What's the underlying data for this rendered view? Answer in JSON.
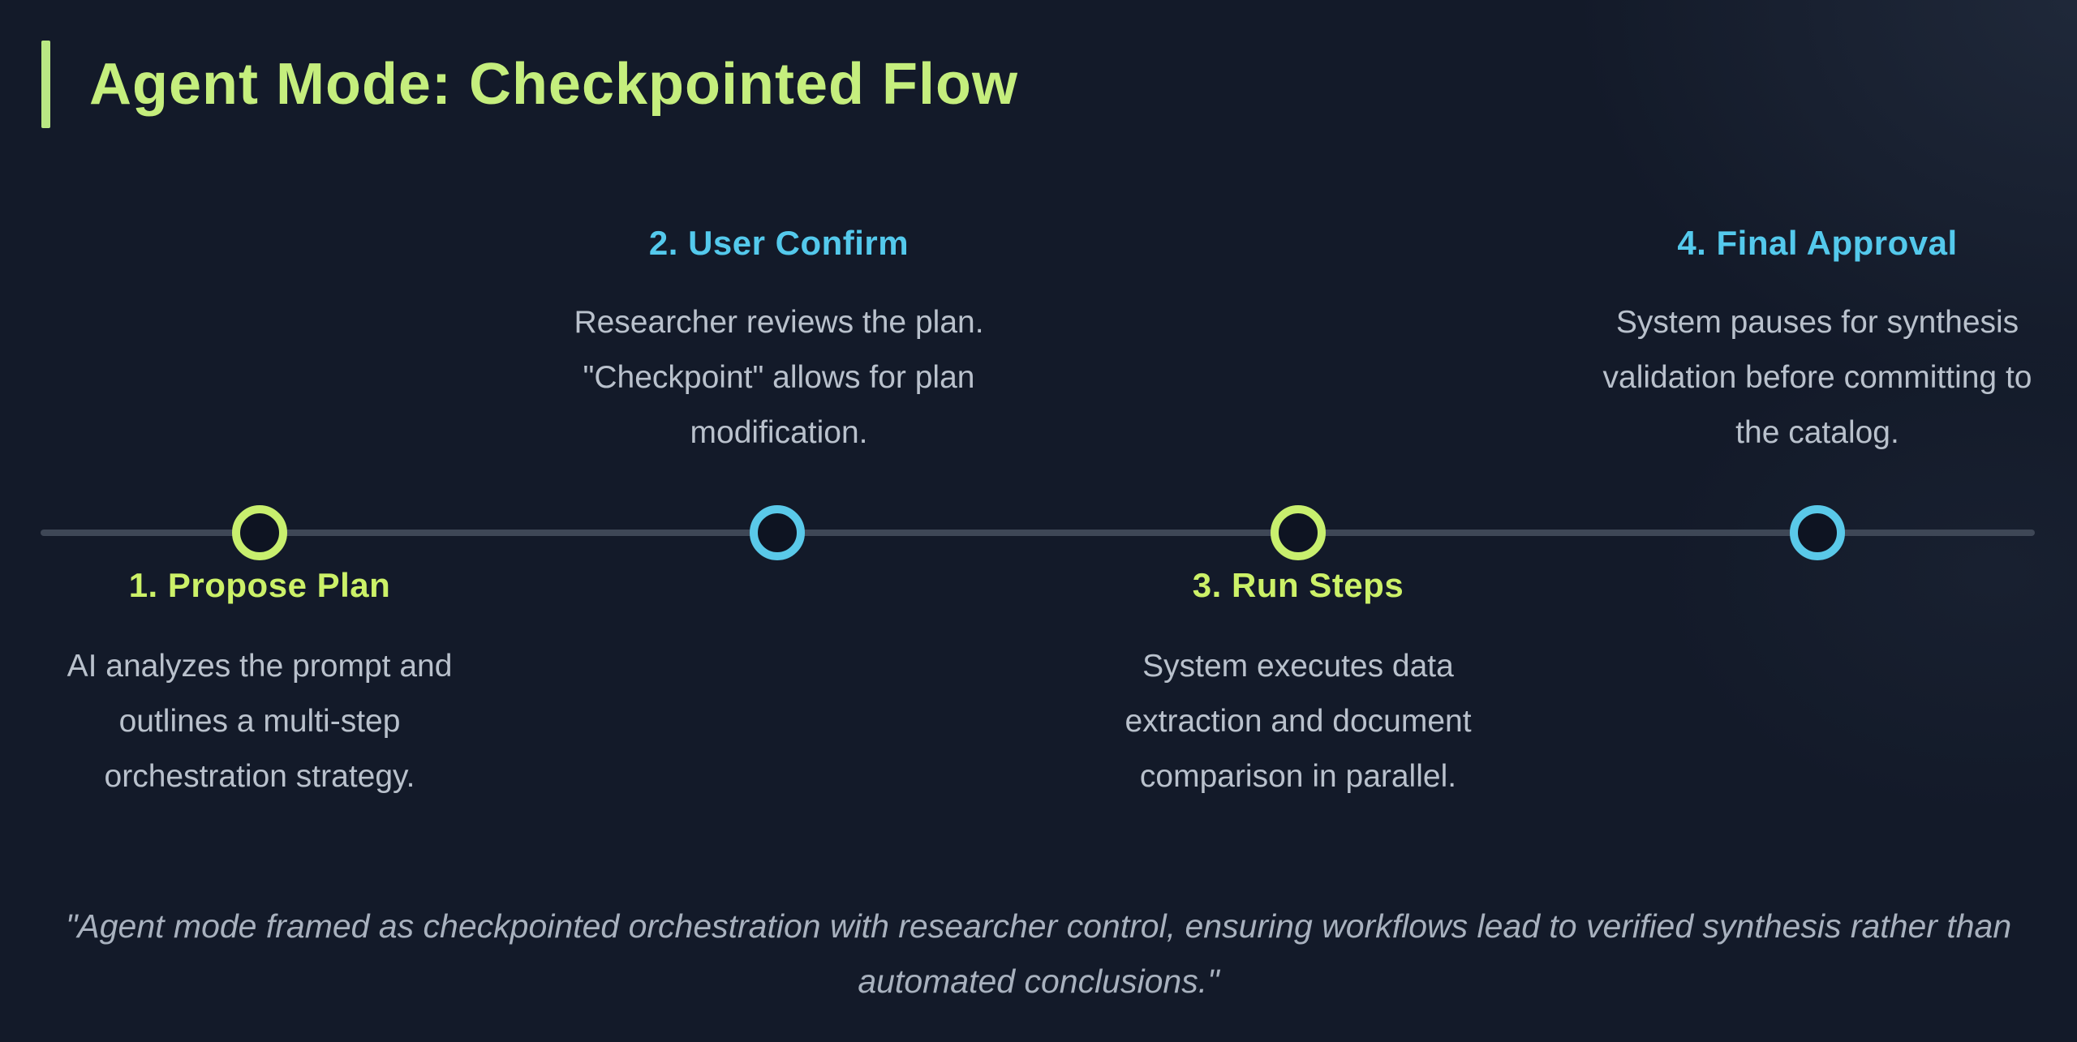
{
  "title": "Agent Mode: Checkpointed Flow",
  "steps": [
    {
      "number": "1",
      "label": "1. Propose Plan",
      "description": "AI analyzes the prompt and outlines a multi-step orchestration strategy.",
      "accent": "green",
      "label_position": "below-line"
    },
    {
      "number": "2",
      "label": "2. User Confirm",
      "description": "Researcher reviews the plan. \"Checkpoint\" allows for plan modification.",
      "accent": "blue",
      "label_position": "above-line"
    },
    {
      "number": "3",
      "label": "3. Run Steps",
      "description": "System executes data extraction and document comparison in parallel.",
      "accent": "green",
      "label_position": "below-line"
    },
    {
      "number": "4",
      "label": "4. Final Approval",
      "description": "System pauses for synthesis validation before committing to the catalog.",
      "accent": "blue",
      "label_position": "above-line"
    }
  ],
  "quote": "\"Agent mode framed as checkpointed orchestration with researcher control, ensuring workflows lead to verified synthesis rather than automated conclusions.\"",
  "colors": {
    "background": "#131a29",
    "accent_green": "#c8ef6e",
    "accent_blue": "#5ac9e9",
    "title_green": "#c5ee7d",
    "timeline_line": "#3e4756",
    "body_text": "#b9c1cc",
    "quote_text": "#a8b1be"
  }
}
